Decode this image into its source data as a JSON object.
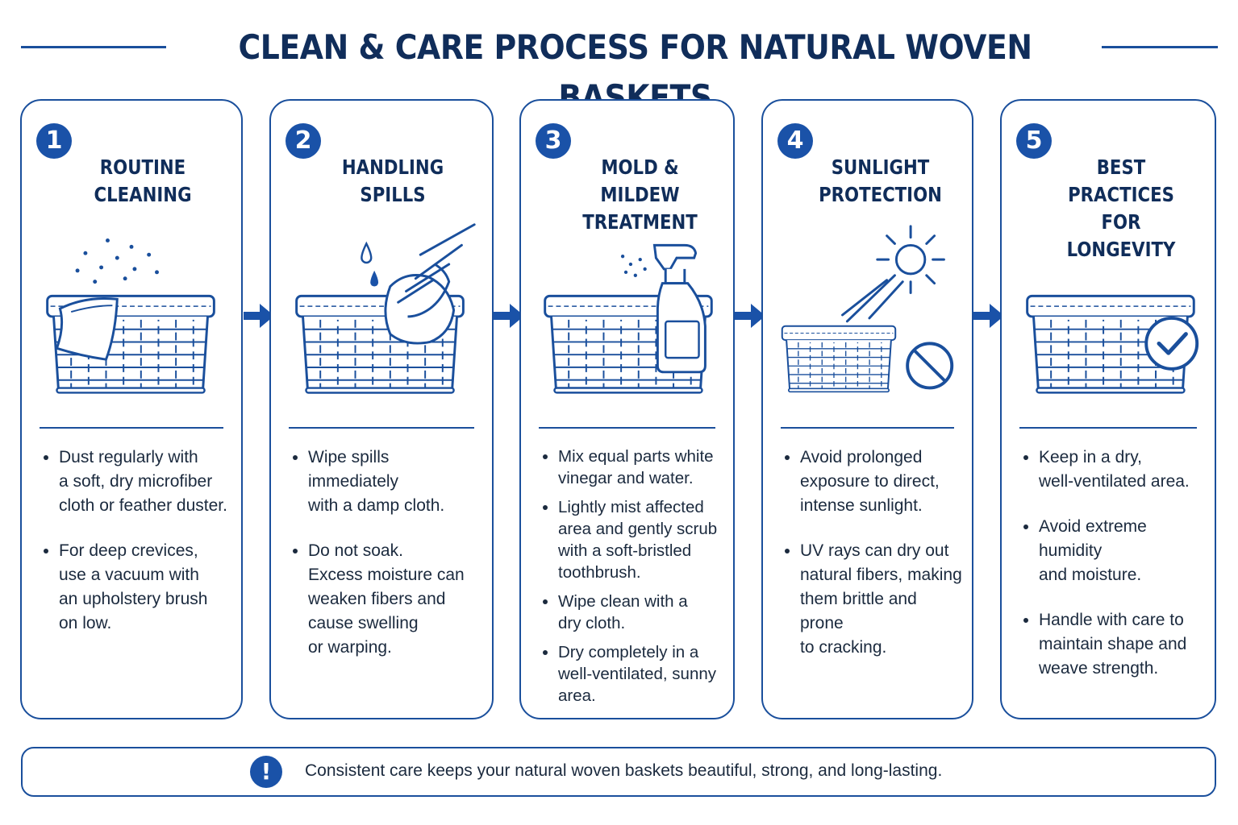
{
  "title": "CLEAN & CARE PROCESS FOR NATURAL WOVEN BASKETS",
  "colors": {
    "accent": "#1a52a8",
    "line": "#1a4f9c",
    "text": "#1b2a3e"
  },
  "steps": [
    {
      "number": "1",
      "title": "ROUTINE\nCLEANING",
      "icon": "basket-with-cloth-and-dust",
      "bullets": [
        "Dust regularly with\na soft, dry microfiber\ncloth or feather duster.",
        "For deep crevices,\nuse a vacuum with\nan upholstery brush\non low."
      ]
    },
    {
      "number": "2",
      "title": "HANDLING\nSPILLS",
      "icon": "basket-with-droplet-and-hand-wiping",
      "bullets": [
        "Wipe spills immediately\nwith a damp cloth.",
        "Do not soak.\nExcess moisture can\nweaken fibers and\ncause swelling\nor warping."
      ]
    },
    {
      "number": "3",
      "title": "MOLD & MILDEW\nTREATMENT",
      "icon": "basket-with-spray-bottle",
      "bullets": [
        "Mix equal parts white\nvinegar and water.",
        "Lightly mist affected\narea and gently scrub\nwith a soft-bristled\ntoothbrush.",
        "Wipe clean with a\ndry cloth.",
        "Dry completely in a\nwell-ventilated, sunny\narea."
      ]
    },
    {
      "number": "4",
      "title": "SUNLIGHT\nPROTECTION",
      "icon": "basket-with-sun-and-no-symbol",
      "bullets": [
        "Avoid prolonged\nexposure to direct,\nintense sunlight.",
        "UV rays can dry out\nnatural fibers, making\nthem brittle and prone\nto cracking."
      ]
    },
    {
      "number": "5",
      "title": "BEST PRACTICES\nFOR LONGEVITY",
      "icon": "basket-with-checkmark",
      "bullets": [
        "Keep in a dry,\nwell-ventilated area.",
        "Avoid extreme humidity\nand moisture.",
        "Handle with care to\nmaintain shape and\nweave strength."
      ]
    }
  ],
  "footer": {
    "icon": "exclamation-icon",
    "icon_glyph": "!",
    "text": "Consistent care keeps your natural woven baskets beautiful, strong, and long-lasting."
  }
}
